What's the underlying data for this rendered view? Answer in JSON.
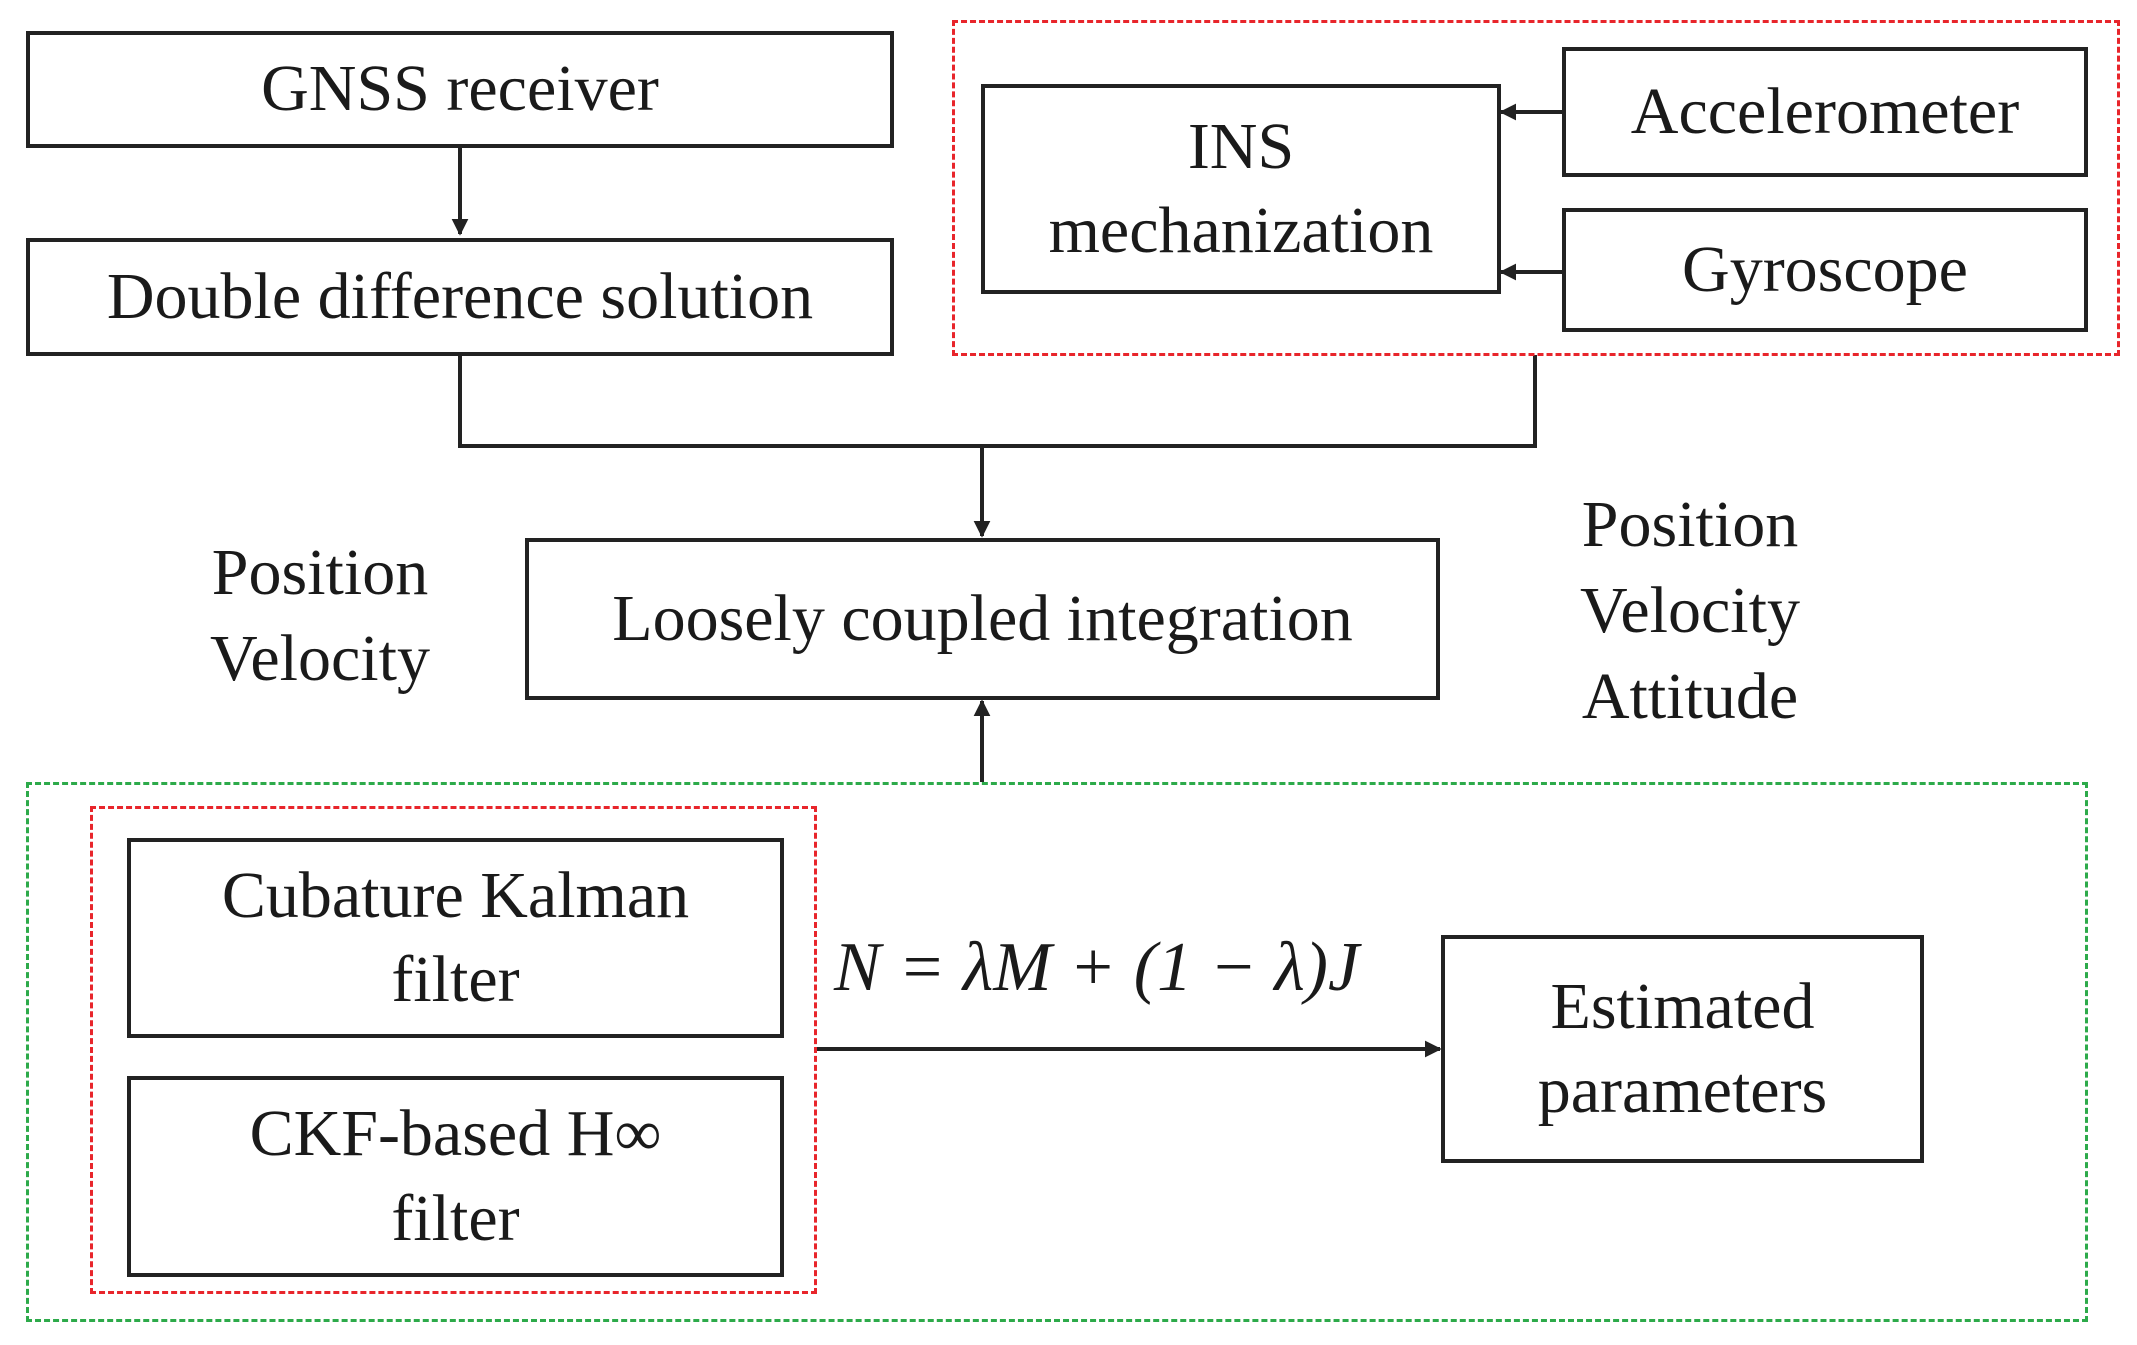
{
  "colors": {
    "line": "#222222",
    "ins_group_border": "#e8252b",
    "filter_group_border": "#e8252b",
    "estimation_group_border": "#2daa4a"
  },
  "nodes": {
    "gnss_receiver": "GNSS receiver",
    "double_difference": "Double difference solution",
    "ins_mechanization": "INS\nmechanization",
    "accelerometer": "Accelerometer",
    "gyroscope": "Gyroscope",
    "loosely_coupled": "Loosely coupled integration",
    "cubature_kalman": "Cubature Kalman\nfilter",
    "ckf_hinf": "CKF-based H∞\nfilter",
    "estimated_parameters": "Estimated\nparameters"
  },
  "annotations": {
    "gnss_outputs": "Position\nVelocity",
    "ins_outputs": "Position\nVelocity\nAttitude",
    "fusion_formula": "N = λM + (1 − λ)J"
  }
}
